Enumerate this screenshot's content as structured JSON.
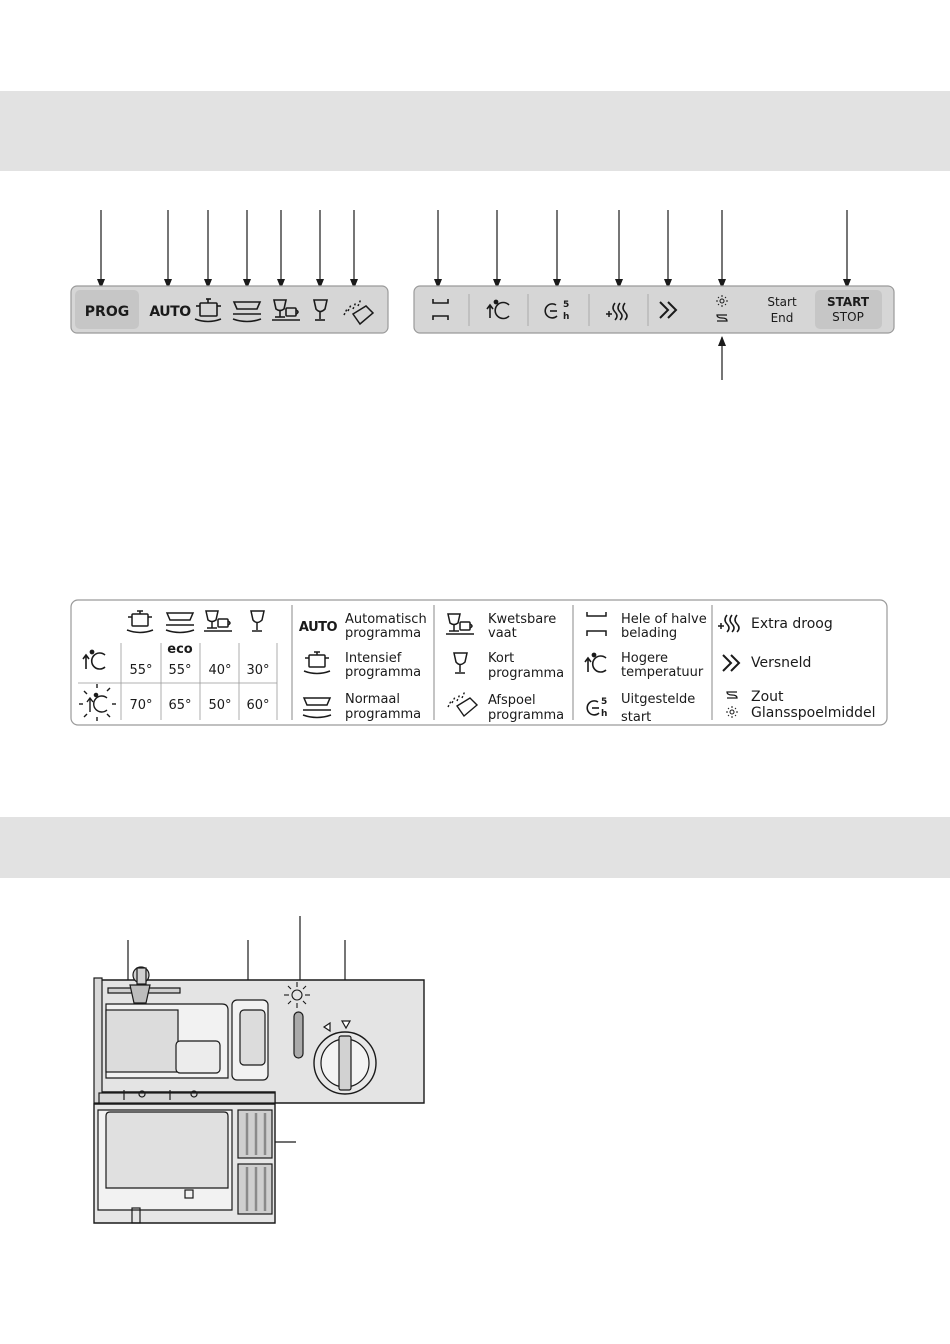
{
  "control_panel": {
    "left_strip": {
      "prog": "PROG",
      "auto": "AUTO"
    },
    "right_strip": {
      "start_end": {
        "line1": "Start",
        "line2": "End"
      },
      "start_stop": {
        "line1": "START",
        "line2": "STOP"
      }
    }
  },
  "temperature_table": {
    "eco_label": "eco",
    "rows": [
      {
        "icon": "temperature-icon",
        "values": [
          "55°",
          "55°",
          "40°",
          "30°"
        ]
      },
      {
        "icon": "high-temperature-icon",
        "values": [
          "70°",
          "65°",
          "50°",
          "60°"
        ]
      }
    ]
  },
  "legend": {
    "col1": [
      {
        "icon": "auto-text",
        "line1": "Automatisch",
        "line2": "programma"
      },
      {
        "icon": "pot-icon",
        "line1": "Intensief",
        "line2": "programma"
      },
      {
        "icon": "plate-icon",
        "line1": "Normaal",
        "line2": "programma"
      }
    ],
    "col2": [
      {
        "icon": "glass-cup-icon",
        "line1": "Kwetsbare",
        "line2": "vaat"
      },
      {
        "icon": "wineglass-icon",
        "line1": "Kort",
        "line2": "programma"
      },
      {
        "icon": "rinse-icon",
        "line1": "Afspoel",
        "line2": "programma"
      }
    ],
    "col3": [
      {
        "icon": "load-icon",
        "line1": "Hele of halve",
        "line2": "belading"
      },
      {
        "icon": "temperature-icon",
        "line1": "Hogere",
        "line2": "temperatuur"
      },
      {
        "icon": "delay-icon",
        "line1": "Uitgestelde",
        "line2": "start"
      }
    ],
    "col4": [
      {
        "icon": "extra-dry-icon",
        "label": "Extra droog"
      },
      {
        "icon": "fast-icon",
        "label": "Versneld"
      },
      {
        "icon": "salt-icon",
        "label": "Zout"
      },
      {
        "icon": "rinse-aid-icon",
        "label": "Glansspoelmiddel"
      }
    ]
  },
  "colors": {
    "band": "#e2e2e2",
    "panel": "#d6d6d6",
    "line": "#1a1a1a"
  }
}
